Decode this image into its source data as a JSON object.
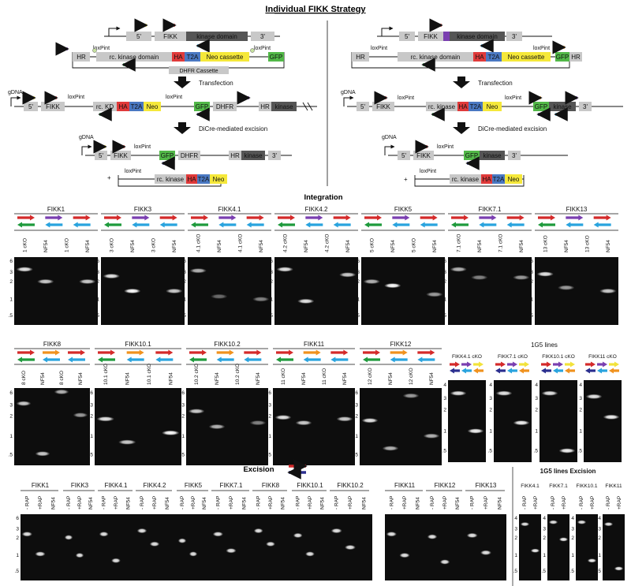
{
  "title": "Individual FIKK Strategy",
  "strategy_left": {
    "construct_labels": [
      "5'",
      "FIKK",
      "kinase domain",
      "3'"
    ],
    "plasmid": {
      "hr": "HR",
      "loxpint1": "loxPint",
      "rc": "rc. kinase domain",
      "ha": "HA",
      "t2a": "T2A",
      "neo": "Neo cassette",
      "loxpint2": "loxPint",
      "gfp": "GFP",
      "dhfr": "DHFR Cassette"
    },
    "step1": "Transfection",
    "gdna": {
      "label": "gDNA",
      "five": "5'",
      "fikk": "FIKK",
      "loxpint1": "loxPint",
      "rc": "rc. KD",
      "ha": "HA",
      "t2a": "T2A",
      "neo": "Neo",
      "loxpint2": "loxPint",
      "gfp": "GFP",
      "dhfr": "DHFR",
      "hr": "HR",
      "kinase": "kinase"
    },
    "step2": "DiCre-mediated excision",
    "excised": {
      "label": "gDNA",
      "five": "5'",
      "fikk": "FIKK",
      "loxpint": "loxPint",
      "gfp": "GFP",
      "dhfr": "DHFR",
      "hr": "HR",
      "kinase": "kinase",
      "three": "3'"
    },
    "circle": {
      "plus": "+",
      "loxpint": "loxPint",
      "rc": "rc. kinase",
      "ha": "HA",
      "t2a": "T2A",
      "neo": "Neo"
    }
  },
  "strategy_right": {
    "construct_labels": [
      "5'",
      "FIKK",
      "kinase domain",
      "3'"
    ],
    "plasmid": {
      "hr": "HR",
      "loxpint1": "loxPint",
      "rc": "rc. kinase domain",
      "ha": "HA",
      "t2a": "T2A",
      "neo": "Neo cassette",
      "loxpint2": "loxPint",
      "gfp": "GFP",
      "hr2": "HR"
    },
    "step1": "Transfection",
    "gdna": {
      "label": "gDNA",
      "five": "5'",
      "fikk": "FIKK",
      "loxpint1": "loxPint",
      "rc": "rc. kinase",
      "ha": "HA",
      "t2a": "T2A",
      "neo": "Neo",
      "loxpint2": "loxPint",
      "gfp": "GFP",
      "kinase": "kinase",
      "three": "3'"
    },
    "step2": "DiCre-mediated excision",
    "excised": {
      "label": "gDNA",
      "five": "5'",
      "fikk": "FIKK",
      "loxpint": "loxPint",
      "gfp": "GFP",
      "kinase": "kinase",
      "three": "3'"
    },
    "circle": {
      "plus": "+",
      "loxpint": "loxPint",
      "rc": "rc. kinase",
      "ha": "HA",
      "t2a": "T2A",
      "neo": "Neo"
    }
  },
  "integration": {
    "title": "Integration",
    "row1": [
      {
        "name": "FIKK1",
        "lanes": [
          "1 cKO",
          "NF54",
          "1 cKO",
          "NF54"
        ]
      },
      {
        "name": "FIKK3",
        "lanes": [
          "3 cKO",
          "NF54",
          "3 cKO",
          "NF54"
        ]
      },
      {
        "name": "FIKK4.1",
        "lanes": [
          "4.1 cKO",
          "NF54",
          "4.1 cKO",
          "NF54"
        ]
      },
      {
        "name": "FIKK4.2",
        "lanes": [
          "4.2 cKO",
          "NF54",
          "4.2 cKO",
          "NF54"
        ]
      },
      {
        "name": "FIKK5",
        "lanes": [
          "5 cKO",
          "NF54",
          "5 cKO",
          "NF54"
        ]
      },
      {
        "name": "FIKK7.1",
        "lanes": [
          "7.1 cKO",
          "NF54",
          "7.1 cKO",
          "NF54"
        ]
      },
      {
        "name": "FIKK13",
        "lanes": [
          "13 cKO",
          "NF54",
          "13 cKO",
          "NF54"
        ]
      }
    ],
    "row2": [
      {
        "name": "FIKK8",
        "lanes": [
          "8 cKO",
          "NF54",
          "8 cKO",
          "NF54"
        ]
      },
      {
        "name": "FIKK10.1",
        "lanes": [
          "10.1 cKO",
          "NF54",
          "10.1 cKO",
          "NF54"
        ]
      },
      {
        "name": "FIKK10.2",
        "lanes": [
          "10.2 cKO",
          "NF54",
          "10.2 cKO",
          "NF54"
        ]
      },
      {
        "name": "FIKK11",
        "lanes": [
          "11 cKO",
          "NF54",
          "11 cKO",
          "NF54"
        ]
      },
      {
        "name": "FIKK12",
        "lanes": [
          "12 cKO",
          "NF54",
          "12 cKO",
          "NF54"
        ]
      }
    ],
    "g5": {
      "title": "1G5 lines",
      "items": [
        "FIKK4.1 cKO",
        "FIKK7.1 cKO",
        "FIKK10.1 cKO",
        "FIKK11 cKO"
      ]
    },
    "ticks": [
      "6",
      "3",
      "2",
      "1",
      ".5"
    ]
  },
  "excision": {
    "title": "Excision",
    "items": [
      "FIKK1",
      "FIKK3",
      "FIKK4.1",
      "FIKK4.2",
      "FIKK5",
      "FIKK7.1",
      "FIKK8",
      "FIKK10.1",
      "FIKK10.2",
      "FIKK11",
      "FIKK12",
      "FIKK13"
    ],
    "lanes": [
      "- RAP",
      "+RAP",
      "NF54"
    ],
    "g5": {
      "title": "1G5 lines Excision",
      "items": [
        "FIKK4.1",
        "FIKK7.1",
        "FIKK10.1",
        "FIKK11"
      ],
      "lanes": [
        "- RAP",
        "+RAP"
      ]
    }
  },
  "colors": {
    "red": "#d42a2a",
    "green": "#1e9a3c",
    "purple": "#7a3fb0",
    "blue": "#29a3de",
    "orange": "#f0921e",
    "navy": "#2b2f8f",
    "yellow": "#f2e23a",
    "ha": "#e03a3a",
    "t2a": "#4a78c2",
    "neo": "#f5e83a",
    "gfp": "#52b848",
    "grey": "#c8c8c8",
    "dark": "#555555"
  }
}
